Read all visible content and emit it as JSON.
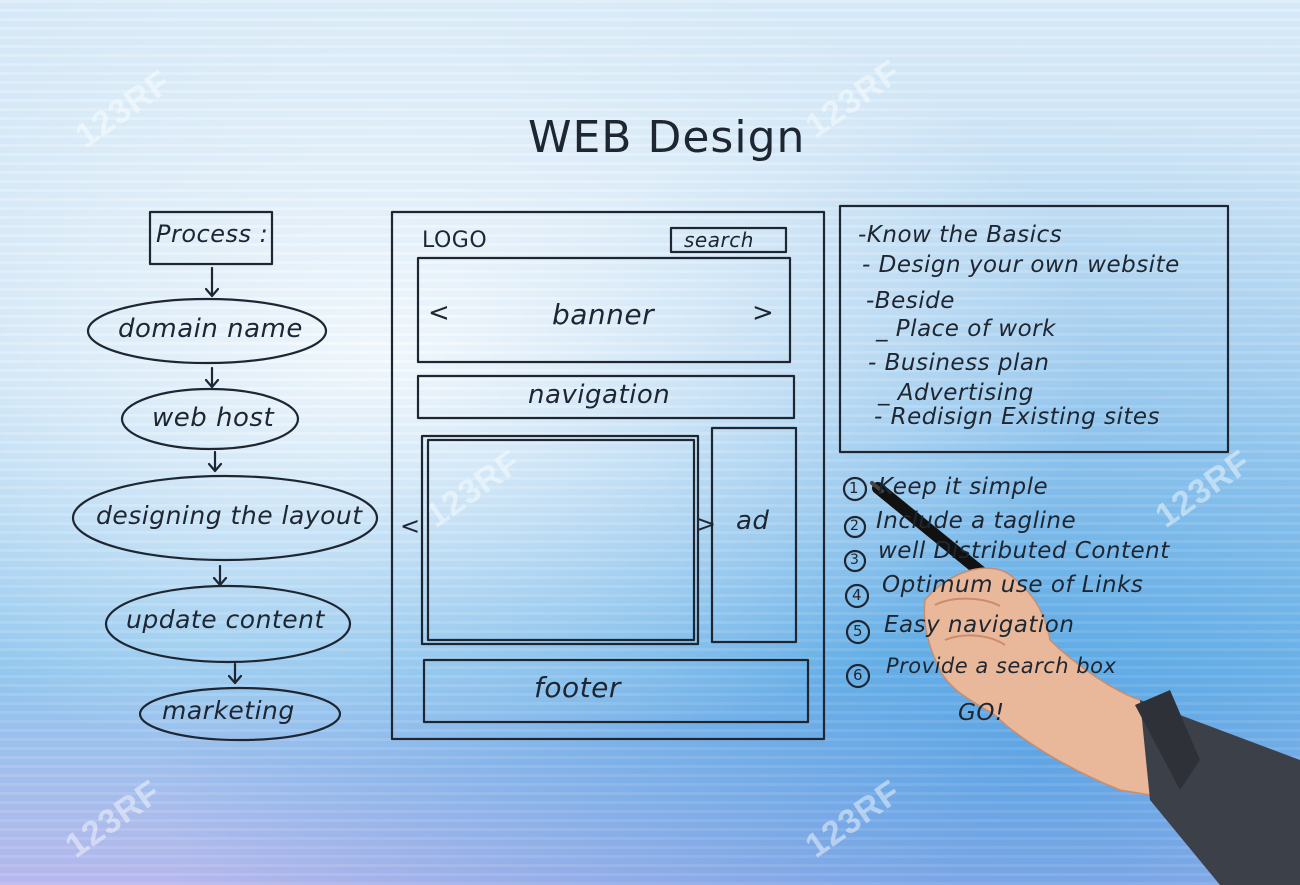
{
  "title": "WEB Design",
  "process": {
    "header": "Process :",
    "steps": [
      "domain name",
      "web host",
      "designing the layout",
      "update content",
      "marketing"
    ]
  },
  "wireframe": {
    "logo": "LOGO",
    "search": "search",
    "banner": "banner",
    "banner_prev": "<",
    "banner_next": ">",
    "navigation": "navigation",
    "content_prev": "<",
    "content_next": ">",
    "ad": "ad",
    "footer": "footer"
  },
  "basics": [
    "-Know the Basics",
    "- Design your own website",
    "-Beside",
    "_ Place of work",
    "- Business plan",
    "_ Advertising",
    "- Redisign Existing sites"
  ],
  "tips": [
    {
      "num": "1",
      "text": "Keep it simple"
    },
    {
      "num": "2",
      "text": "Include a tagline"
    },
    {
      "num": "3",
      "text": "well Distributed Content"
    },
    {
      "num": "4",
      "text": "Optimum use of Links"
    },
    {
      "num": "5",
      "text": "Easy navigation"
    },
    {
      "num": "6",
      "text": "Provide a search box"
    }
  ],
  "closing": "GO!",
  "watermark": "123RF"
}
